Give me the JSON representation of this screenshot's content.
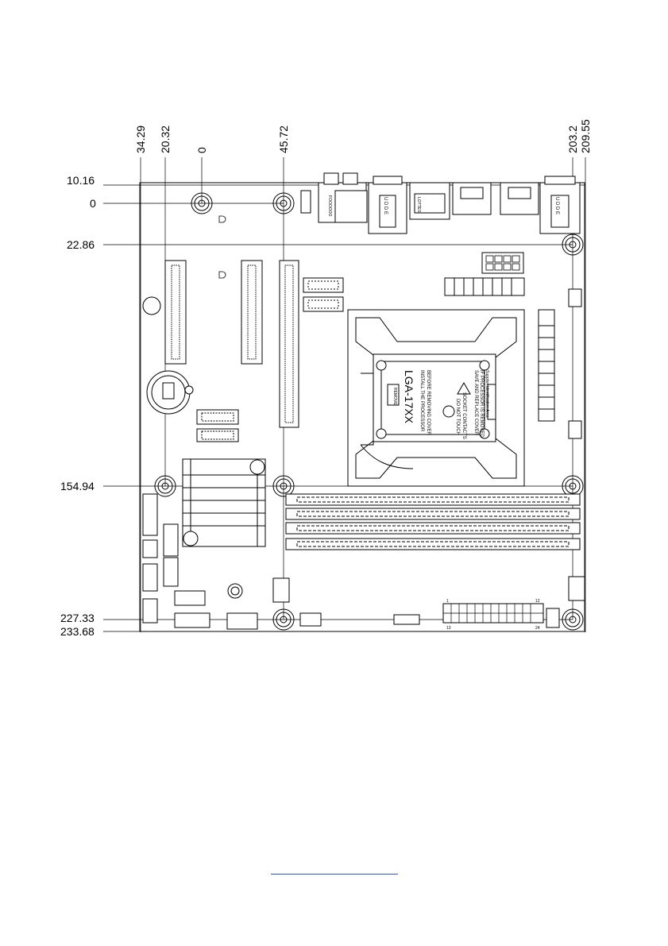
{
  "dimensions": {
    "top": [
      "34.29",
      "20.32",
      "0",
      "45.72",
      "203.2",
      "209.55"
    ],
    "left": [
      "10.16",
      "0",
      "22.86",
      "154.94",
      "227.33",
      "233.68"
    ]
  },
  "io_labels": {
    "audio": "FOOOOOO",
    "usb": "LOTTES",
    "lan1": "U D D E",
    "lan2": "U D D E"
  },
  "cpu": {
    "remove_tab": "REMOVE",
    "socket": "LGA-17XX",
    "line1": "INSTALL THE PROCESSOR",
    "line2": "BEFORE REMOVING COVER",
    "line3": "DO NOT TOUCH",
    "line4": "SOCKET CONTACTS",
    "line5": "SAVE AND REPLACE COVER",
    "line6": "IF PROCESSOR IS REMOVED",
    "line7": "Supplier Identification Area"
  },
  "atx_pins": {
    "p1": "1",
    "p12": "12",
    "p13": "13",
    "p24": "24"
  }
}
